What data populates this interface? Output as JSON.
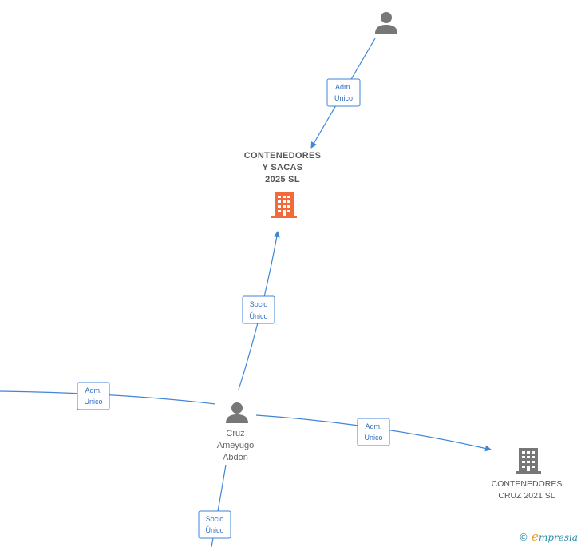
{
  "nodes": {
    "top_person": {
      "label": ""
    },
    "company_main": {
      "label": "CONTENEDORES\nY SACAS\n2025  SL",
      "color": "#f26a3a"
    },
    "person_cruz": {
      "label": "Cruz\nAmeyugo\nAbdon"
    },
    "company_2021": {
      "label": "CONTENEDORES\nCRUZ 2021  SL",
      "color": "#777777"
    }
  },
  "edges": [
    {
      "label_line1": "Adm.",
      "label_line2": "Unico"
    },
    {
      "label_line1": "Socio",
      "label_line2": "Único"
    },
    {
      "label_line1": "Adm.",
      "label_line2": "Unico"
    },
    {
      "label_line1": "Adm.",
      "label_line2": "Unico"
    },
    {
      "label_line1": "Socio",
      "label_line2": "Único"
    }
  ],
  "watermark": {
    "copyright": "©",
    "brand_initial": "e",
    "brand_rest": "mpresia"
  },
  "colors": {
    "edge": "#3f86d8",
    "person_icon": "#777777",
    "company_main": "#f26a3a",
    "company_other": "#777777"
  }
}
